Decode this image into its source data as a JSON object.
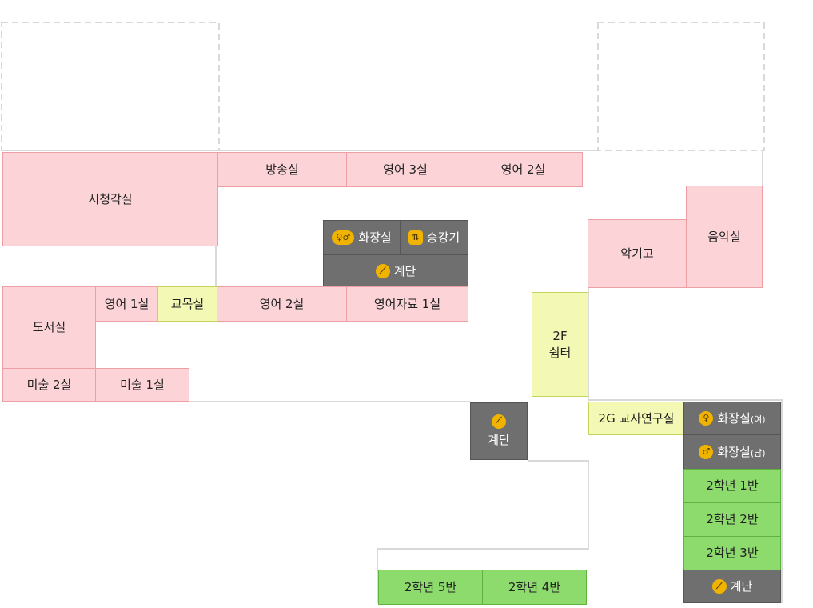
{
  "rooms": {
    "av_room": "시청각실",
    "broadcast": "방송실",
    "english3": "영어 3실",
    "english2_top": "영어 2실",
    "restroom": "화장실",
    "elevator": "승강기",
    "stairs_center": "계단",
    "instrument_storage": "악기고",
    "music_room": "음악실",
    "library": "도서실",
    "english1": "영어 1실",
    "staff_room": "교목실",
    "english2_mid": "영어 2실",
    "english_materials": "영어자료 1실",
    "shelter": "2F\n쉼터",
    "art2": "미술 2실",
    "art1": "미술 1실",
    "stairs_mid": "계단",
    "teacher_lab": "2G 교사연구실",
    "restroom_f": "화장실",
    "restroom_f_suffix": "(여)",
    "restroom_m": "화장실",
    "restroom_m_suffix": "(남)",
    "class1": "2학년 1반",
    "class2": "2학년 2반",
    "class3": "2학년 3반",
    "stairs_right": "계단",
    "class5": "2학년 5반",
    "class4": "2학년 4반"
  },
  "colors": {
    "classroom": "#8edb6d",
    "special_room": "#fcd4d8",
    "lounge": "#f3f9b4",
    "facility": "#6f6f6f",
    "icon": "#f0b400"
  },
  "icons": {
    "restroom": "restroom-icon",
    "elevator": "elevator-icon",
    "stairs": "stairs-icon",
    "female": "female-icon",
    "male": "male-icon"
  }
}
